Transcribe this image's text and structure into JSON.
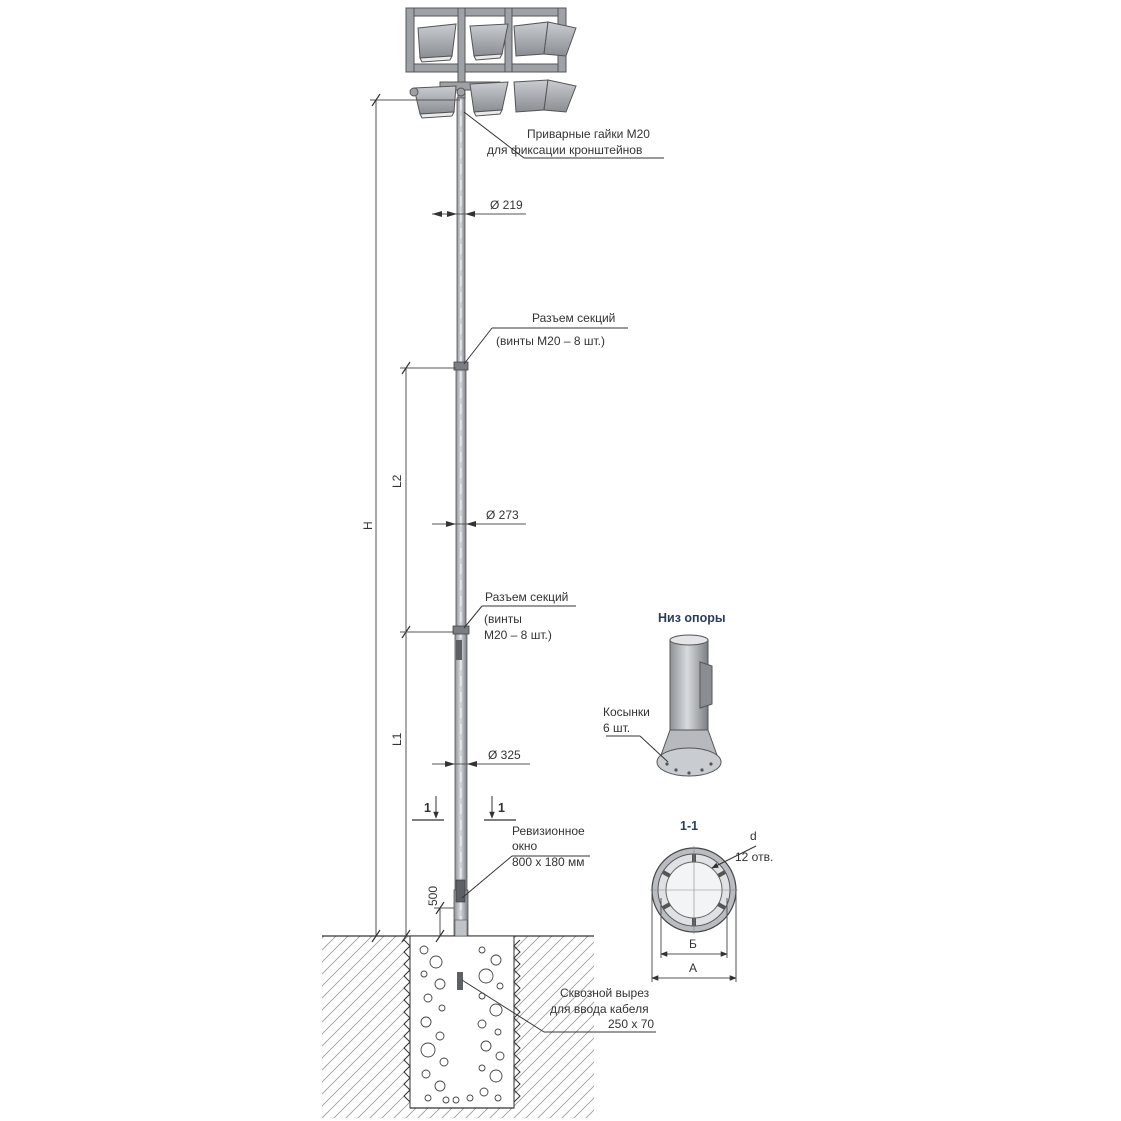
{
  "labels": {
    "welded_nuts_line1": "Приварные гайки М20",
    "welded_nuts_line2": "для фиксации кронштейнов",
    "diameter_top": "Ø 219",
    "joint_top_line1": "Разъем секций",
    "joint_top_line2": "(винты М20 – 8 шт.)",
    "height": "H",
    "section_l2": "L2",
    "diameter_mid": "Ø 273",
    "joint_mid_line1": "Разъем секций",
    "joint_mid_line2": "(винты",
    "joint_mid_line3": "М20 – 8 шт.)",
    "section_l1": "L1",
    "diameter_bottom": "Ø 325",
    "section_mark_left": "1",
    "section_mark_right": "1",
    "inspection_line1": "Ревизионное",
    "inspection_line2": "окно",
    "inspection_line3": "800 x 180 мм",
    "offset_500": "500",
    "cable_cut_line1": "Сквозной вырез",
    "cable_cut_line2": "для ввода кабеля",
    "cable_cut_line3": "250 x 70"
  },
  "detail_base": {
    "title": "Низ опоры",
    "gussets_line1": "Косынки",
    "gussets_line2": "6 шт."
  },
  "detail_section": {
    "title": "1-1",
    "hole_label": "d",
    "holes_count": "12 отв.",
    "dim_b": "Б",
    "dim_a": "А"
  },
  "colors": {
    "title_blue": "#2b3d63",
    "metal": "#a9adb2",
    "metal_dark": "#6f7378",
    "line": "#333333"
  }
}
